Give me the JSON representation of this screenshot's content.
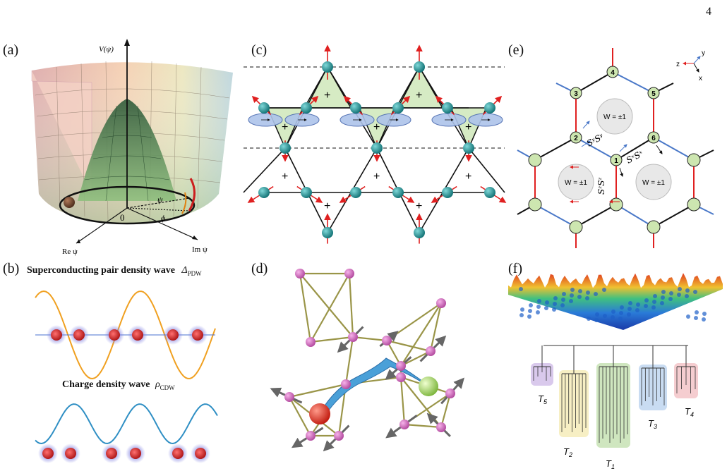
{
  "page_number": "4",
  "panels": {
    "a": {
      "label": "(a)",
      "axis_v": "V(ψ)",
      "axis_re": "Re ψ",
      "axis_im": "Im ψ",
      "origin": "0",
      "psi": "ψ",
      "phi": "ϕ"
    },
    "b": {
      "label": "(b)",
      "title_pdw": "Superconducting pair density wave",
      "symbol_pdw": "Δ",
      "sub_pdw": "PDW",
      "title_cdw": "Charge density wave",
      "symbol_cdw": "ρ",
      "sub_cdw": "CDW"
    },
    "c": {
      "label": "(c)",
      "plus": "+"
    },
    "d": {
      "label": "(d)"
    },
    "e": {
      "label": "(e)",
      "sites": [
        "1",
        "2",
        "3",
        "4",
        "5",
        "6"
      ],
      "plaquette": "W = ±1",
      "bond_yy": "SʸSʸ",
      "bond_xx": "SˣSˣ",
      "bond_zz": "SᶻSᶻ",
      "axis_z": "z",
      "axis_y": "y",
      "axis_x": "x"
    },
    "f": {
      "label": "(f)",
      "clusters": [
        {
          "name": "T",
          "sub": "5",
          "color": "#d9c9ec"
        },
        {
          "name": "T",
          "sub": "2",
          "color": "#f7efc4"
        },
        {
          "name": "T",
          "sub": "1",
          "color": "#cfe6bf"
        },
        {
          "name": "T",
          "sub": "3",
          "color": "#c9dcf2"
        },
        {
          "name": "T",
          "sub": "4",
          "color": "#f5cdd0"
        }
      ]
    }
  },
  "colors": {
    "orange_wave": "#f0a020",
    "blue_wave": "#2f8fc4",
    "red_arrow": "#e02020",
    "teal_atom": "#1f9a9a",
    "pink_atom": "#d868c0",
    "red_bond": "#e02020",
    "blue_bond": "#4a78c8",
    "site_green": "#cde6b0"
  }
}
